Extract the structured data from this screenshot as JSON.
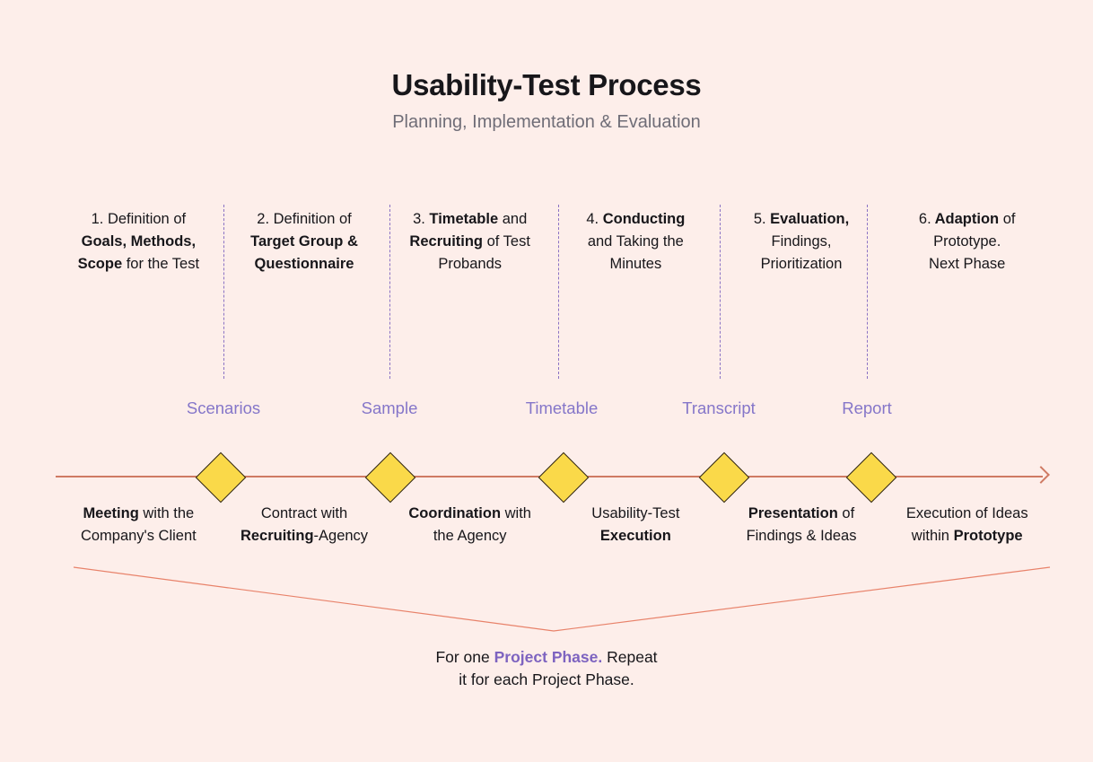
{
  "header": {
    "title": "Usability-Test Process",
    "subtitle": "Planning, Implementation & Evaluation"
  },
  "colors": {
    "background": "#fdeeea",
    "timeline": "#cf7a63",
    "diamond_fill": "#fad949",
    "diamond_stroke": "#2b2118",
    "accent_purple": "#8576c9",
    "divider_purple": "#8b72c4",
    "title": "#17161a",
    "subtitle": "#6f6d77"
  },
  "phases": [
    {
      "number": "1.",
      "line1_plain": " Definition of",
      "line2_bold": "Goals, Methods,",
      "line3_bold": "Scope",
      "line3_plain": " for the Test",
      "full_text": "1. Definition of Goals, Methods, Scope for the Test"
    },
    {
      "number": "2.",
      "line1_plain": " Definition of",
      "line2_bold": "Target Group &",
      "line3_bold": "Questionnaire",
      "line3_plain": "",
      "full_text": "2. Definition of Target Group & Questionnaire"
    },
    {
      "number": "3.",
      "line1_bold": " Timetable",
      "line1_plain": " and",
      "line2_bold": "Recruiting",
      "line2_plain": " of Test",
      "line3_plain": "Probands",
      "full_text": "3. Timetable and Recruiting of Test Probands"
    },
    {
      "number": "4.",
      "line1_bold": " Conducting",
      "line2_plain": "and Taking the",
      "line3_plain": "Minutes",
      "full_text": "4. Conducting and Taking the Minutes"
    },
    {
      "number": "5.",
      "line1_bold": " Evaluation,",
      "line2_plain": "Findings,",
      "line3_plain": "Prioritization",
      "full_text": "5. Evaluation, Findings, Prioritization"
    },
    {
      "number": "6.",
      "line1_bold": " Adaption",
      "line1_plain": " of",
      "line2_plain": "Prototype.",
      "line3_plain": "Next Phase",
      "full_text": "6. Adaption of Prototype. Next Phase"
    }
  ],
  "deliverables": [
    {
      "label": "Scenarios"
    },
    {
      "label": "Sample"
    },
    {
      "label": "Timetable"
    },
    {
      "label": "Transcript"
    },
    {
      "label": "Report"
    }
  ],
  "milestones": [
    {
      "name": "milestone-1"
    },
    {
      "name": "milestone-2"
    },
    {
      "name": "milestone-3"
    },
    {
      "name": "milestone-4"
    },
    {
      "name": "milestone-5"
    }
  ],
  "activities": [
    {
      "bold1": "Meeting",
      "plain1": " with the",
      "plain2": "Company's Client",
      "full_text": "Meeting with the Company's Client"
    },
    {
      "plain1": "Contract with",
      "bold2": "Recruiting",
      "plain2": "-Agency",
      "full_text": "Contract with Recruiting-Agency"
    },
    {
      "bold1": "Coordination",
      "plain1": " with",
      "plain2": "the Agency",
      "full_text": "Coordination with the Agency"
    },
    {
      "plain1": "Usability-Test",
      "bold2": "Execution",
      "plain2": "",
      "full_text": "Usability-Test Execution"
    },
    {
      "bold1": "Presentation",
      "plain1": " of",
      "plain2": "Findings & Ideas",
      "full_text": "Presentation of Findings & Ideas"
    },
    {
      "plain1": "Execution of Ideas",
      "plain2": "within ",
      "bold2": "Prototype",
      "full_text": "Execution of Ideas within Prototype"
    }
  ],
  "footer": {
    "part1": "For one ",
    "highlight": "Project Phase.",
    "part2": " Repeat",
    "line2": "it for each Project Phase.",
    "full_text": "For one Project Phase. Repeat it for each Project Phase."
  }
}
